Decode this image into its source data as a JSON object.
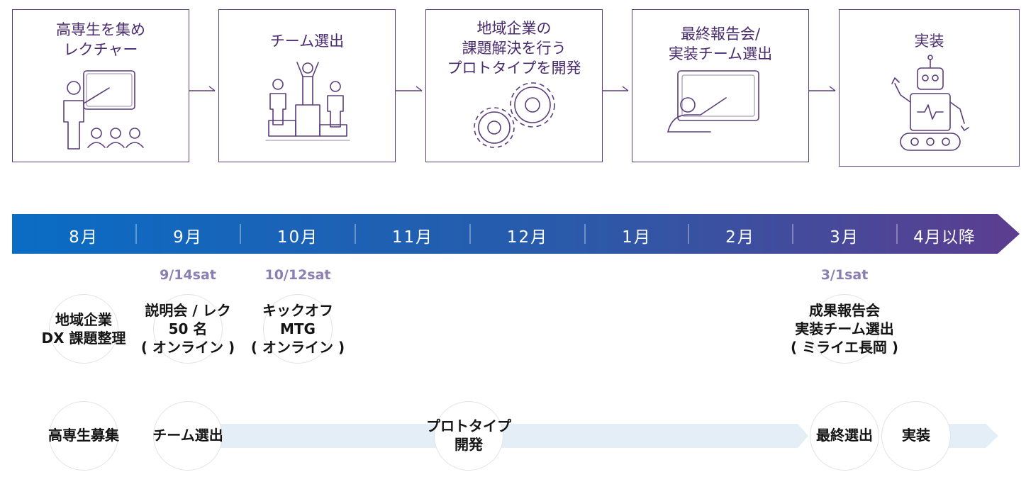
{
  "steps": [
    {
      "title": "高専生を集め\nレクチャー",
      "icon": "lecture-icon"
    },
    {
      "title": "チーム選出",
      "icon": "team-selection-icon"
    },
    {
      "title": "地域企業の\n課題解決を行う\nプロトタイプを開発",
      "icon": "gears-icon"
    },
    {
      "title": "最終報告会/\n実装チーム選出",
      "icon": "presentation-icon"
    },
    {
      "title": "実装",
      "icon": "robot-icon"
    }
  ],
  "months": [
    "8月",
    "9月",
    "10月",
    "11月",
    "12月",
    "1月",
    "2月",
    "3月",
    "4月以降"
  ],
  "dates": {
    "sep": "9/14sat",
    "oct": "10/12sat",
    "mar": "3/1sat"
  },
  "events": {
    "dx": "地域企業\nDX 課題整理",
    "briefing": "説明会 / レク\n50 名\n( オンライン )",
    "kickoff": "キックオフ\nMTG\n( オンライン )",
    "report": "成果報告会\n実装チーム選出\n( ミライエ長岡 )"
  },
  "phases": {
    "recruit": "高専生募集",
    "team": "チーム選出",
    "prototype": "プロトタイプ\n開発",
    "final": "最終選出",
    "implement": "実装"
  },
  "colors": {
    "box_border": "#5a3d7a",
    "title_text": "#4a2c6e",
    "timeline_start": "#0a6cc4",
    "timeline_end": "#5c3d8f",
    "date_text": "#8a7fb3",
    "band": "#e3eef7"
  }
}
